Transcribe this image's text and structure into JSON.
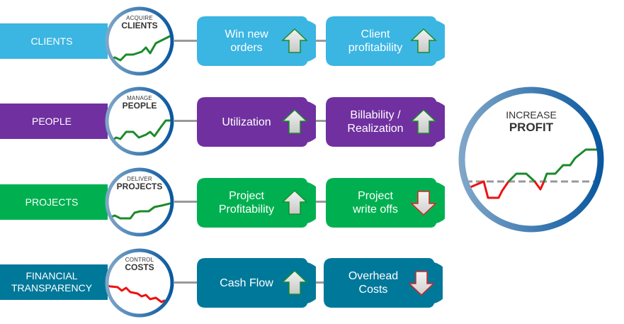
{
  "colors": {
    "clients": "#3bb5e2",
    "people": "#7030a0",
    "projects": "#00b050",
    "financial": "#00789a",
    "ring_light": "#7fa6c8",
    "ring_dark": "#0a58a0",
    "trend_up": "#1a8a2a",
    "trend_down": "#ee1111",
    "connector": "#999999",
    "arrow_fill": "#d9d9d9"
  },
  "rows": [
    {
      "id": "clients",
      "band_label": "CLIENTS",
      "circle_small": "ACQUIRE",
      "circle_big": "CLIENTS",
      "trend": "up",
      "kpis": [
        {
          "label_line1": "Win new",
          "label_line2": "orders",
          "direction": "up"
        },
        {
          "label_line1": "Client",
          "label_line2": "profitability",
          "direction": "up"
        }
      ]
    },
    {
      "id": "people",
      "band_label": "PEOPLE",
      "circle_small": "MANAGE",
      "circle_big": "PEOPLE",
      "trend": "up",
      "kpis": [
        {
          "label_line1": "Utilization",
          "label_line2": "",
          "direction": "up"
        },
        {
          "label_line1": "Billability /",
          "label_line2": "Realization",
          "direction": "up"
        }
      ]
    },
    {
      "id": "projects",
      "band_label": "PROJECTS",
      "circle_small": "DELIVER",
      "circle_big": "PROJECTS",
      "trend": "up",
      "kpis": [
        {
          "label_line1": "Project",
          "label_line2": "Profitability",
          "direction": "up"
        },
        {
          "label_line1": "Project",
          "label_line2": "write offs",
          "direction": "down"
        }
      ]
    },
    {
      "id": "financial",
      "band_label_line1": "FINANCIAL",
      "band_label_line2": "TRANSPARENCY",
      "circle_small": "CONTROL",
      "circle_big": "COSTS",
      "trend": "down",
      "kpis": [
        {
          "label_line1": "Cash Flow",
          "label_line2": "",
          "direction": "up"
        },
        {
          "label_line1": "Overhead",
          "label_line2": "Costs",
          "direction": "down"
        }
      ]
    }
  ],
  "goal": {
    "small": "INCREASE",
    "big": "PROFIT"
  }
}
